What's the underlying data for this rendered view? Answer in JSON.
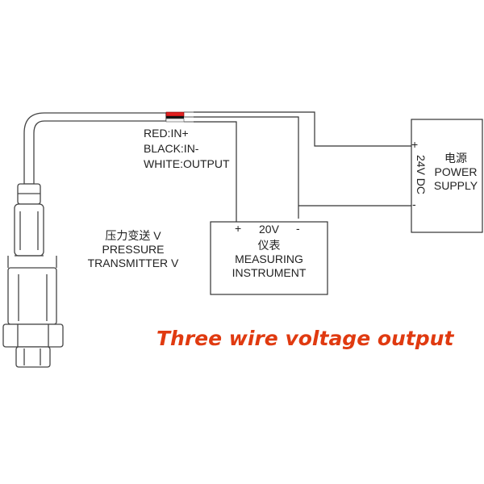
{
  "wire_labels": {
    "red": "RED:IN+",
    "black": "BLACK:IN-",
    "white": "WHITE:OUTPUT"
  },
  "transmitter": {
    "name_cn": "压力变送 V",
    "name_en_line1": "PRESSURE",
    "name_en_line2": "TRANSMITTER V"
  },
  "instrument": {
    "plus": "+",
    "minus": "-",
    "voltage": "20V",
    "name_cn": "仪表",
    "name_en_line1": "MEASURING",
    "name_en_line2": "INSTRUMENT"
  },
  "power_supply": {
    "plus": "+",
    "minus": "-",
    "voltage": "24V DC",
    "name_cn": "电源",
    "name_en_line1": "POWER",
    "name_en_line2": "SUPPLY"
  },
  "caption": "Three wire voltage output",
  "colors": {
    "caption": "#e03a10",
    "wire_red": "#e02020",
    "wire_black": "#111111",
    "line": "#333333"
  }
}
